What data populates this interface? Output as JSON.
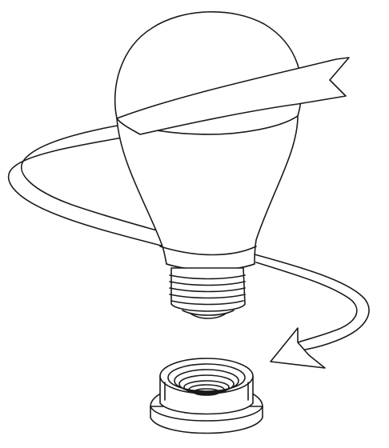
{
  "illustration": {
    "type": "installation-diagram",
    "parts": [
      {
        "id": "bulb-globe",
        "icon": "bulb-dome-icon"
      },
      {
        "id": "bulb-neck",
        "icon": "bulb-body-icon"
      },
      {
        "id": "screw-base",
        "icon": "screw-thread-icon"
      },
      {
        "id": "rotation-arrow",
        "icon": "curved-arrow-icon"
      },
      {
        "id": "lamp-socket",
        "icon": "socket-icon"
      }
    ],
    "stroke_color": "#1a1a1a",
    "background_color": "#ffffff"
  }
}
